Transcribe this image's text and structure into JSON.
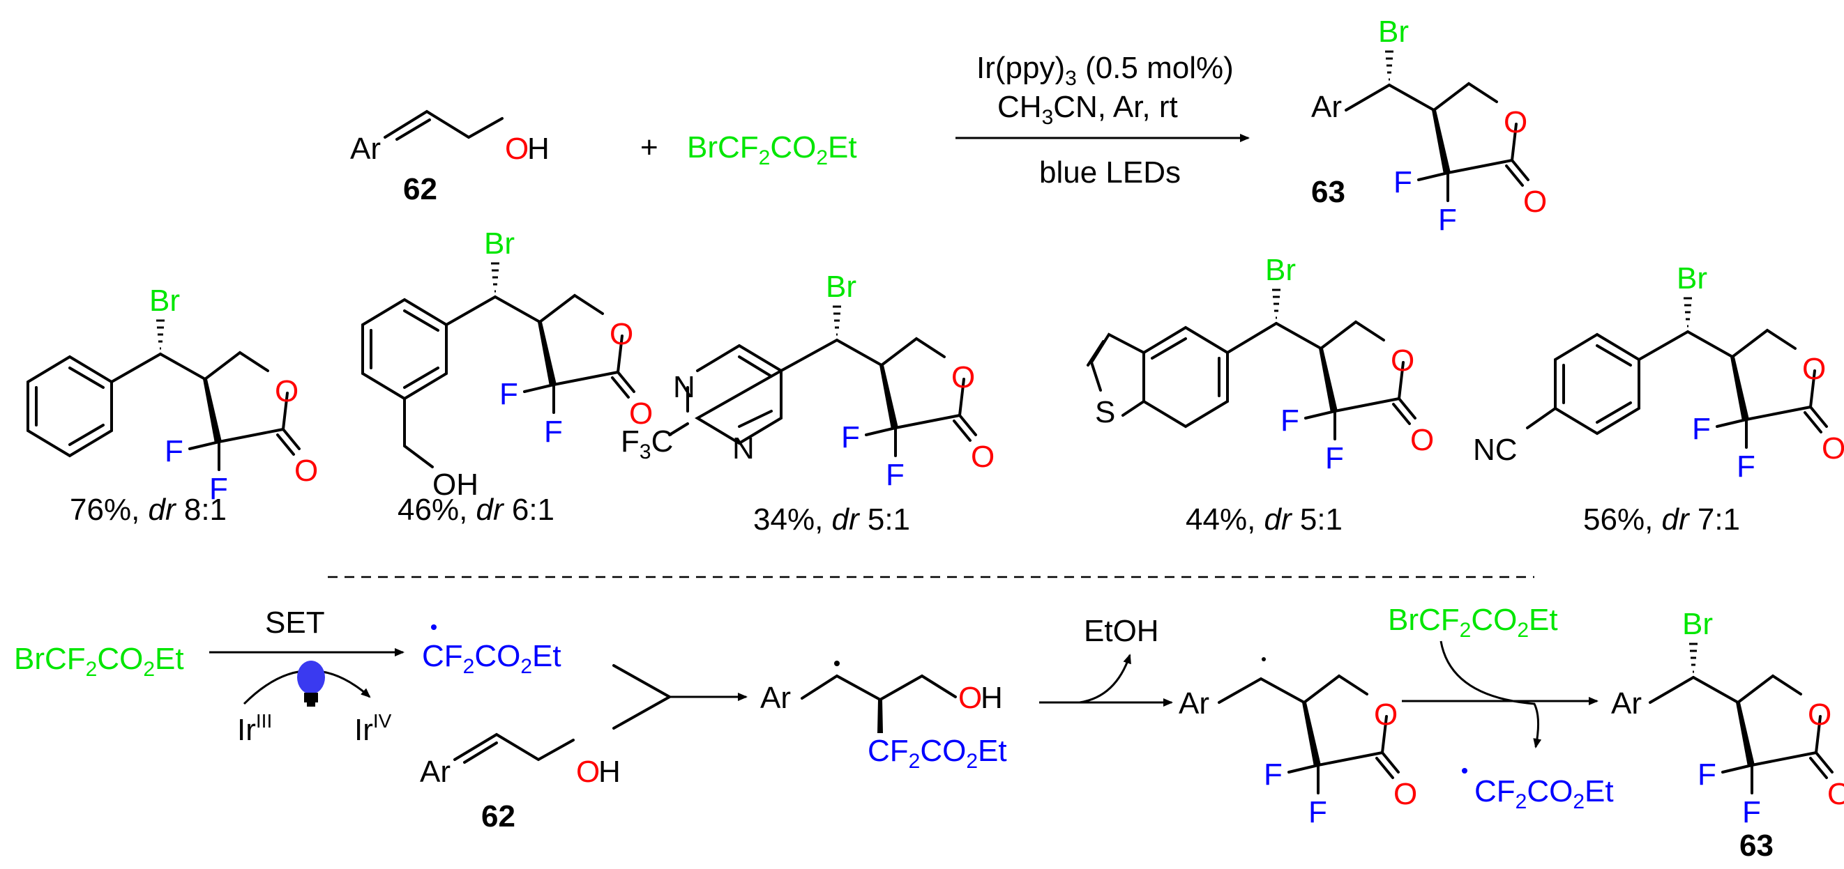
{
  "colors": {
    "carbon": "#000000",
    "fluorine": "#0000ff",
    "bromine": "#00e600",
    "oxygen": "#ff0000",
    "lamp": "#3a3af0"
  },
  "atoms": {
    "Br": "Br",
    "F": "F",
    "O": "O",
    "OH": "OH",
    "Ar": "Ar",
    "S": "S",
    "N": "N",
    "NC": "NC"
  },
  "top": {
    "substrate_label": "62",
    "plus": "+",
    "reagent": {
      "a": "BrCF",
      "s1": "2",
      "b": "CO",
      "s2": "2",
      "c": "Et"
    },
    "conditions": {
      "line1": {
        "a": "Ir(ppy)",
        "sub": "3",
        "b": " (0.5 mol%)"
      },
      "line2": {
        "a": "CH",
        "sub": "3",
        "b": "CN, Ar, rt"
      },
      "line3": "blue LEDs"
    },
    "product_label": "63"
  },
  "examples": [
    {
      "yield": "76%, ",
      "dr_label": "dr",
      "dr_value": " 8:1",
      "substituent": ""
    },
    {
      "yield": "46%, ",
      "dr_label": "dr",
      "dr_value": " 6:1",
      "substituent": "OH"
    },
    {
      "yield": "34%, ",
      "dr_label": "dr",
      "dr_value": " 5:1",
      "substituent": {
        "a": "F",
        "sub": "3",
        "b": "C"
      }
    },
    {
      "yield": "44%, ",
      "dr_label": "dr",
      "dr_value": " 5:1",
      "substituent": "S"
    },
    {
      "yield": "56%, ",
      "dr_label": "dr",
      "dr_value": " 7:1",
      "substituent": "NC"
    }
  ],
  "mechanism": {
    "reagent": {
      "a": "BrCF",
      "s1": "2",
      "b": "CO",
      "s2": "2",
      "c": "Et"
    },
    "set_label": "SET",
    "ir3": {
      "a": "Ir",
      "sup": "III"
    },
    "ir4": {
      "a": "Ir",
      "sup": "IV"
    },
    "lamp_icon": "light-bulb-icon",
    "radical": {
      "a": "CF",
      "s1": "2",
      "b": "CO",
      "s2": "2",
      "c": "Et"
    },
    "alkene_label": "62",
    "adduct_group": {
      "a": "CF",
      "s1": "2",
      "b": "CO",
      "s2": "2",
      "c": "Et"
    },
    "byproduct": "EtOH",
    "chain_reagent": {
      "a": "BrCF",
      "s1": "2",
      "b": "CO",
      "s2": "2",
      "c": "Et"
    },
    "chain_radical": {
      "a": "CF",
      "s1": "2",
      "b": "CO",
      "s2": "2",
      "c": "Et"
    },
    "product_label": "63"
  }
}
